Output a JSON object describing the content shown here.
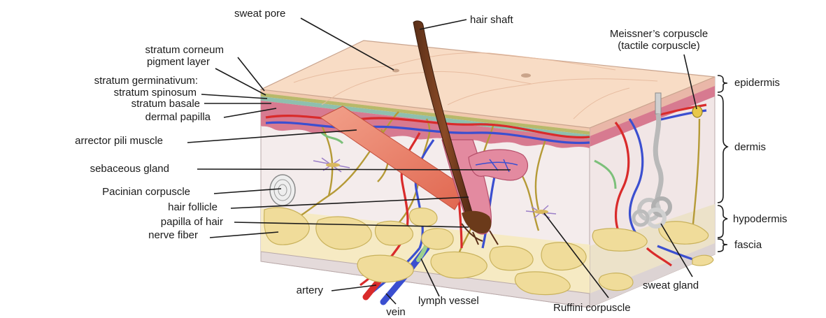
{
  "diagram": {
    "labels_left": {
      "sweat_pore": "sweat pore",
      "stratum_corneum": "stratum corneum",
      "pigment_layer": "pigment layer",
      "stratum_germinativum": "stratum germinativum:",
      "stratum_spinosum": "stratum spinosum",
      "stratum_basale": "stratum basale",
      "dermal_papilla": "dermal papilla",
      "arrector_pili_muscle": "arrector pili muscle",
      "sebaceous_gland": "sebaceous gland",
      "pacinian_corpuscle": "Pacinian corpuscle",
      "hair_follicle": "hair follicle",
      "papilla_of_hair": "papilla of hair",
      "nerve_fiber": "nerve fiber"
    },
    "labels_top": {
      "hair_shaft": "hair shaft",
      "meissners_corpuscle": "Meissner’s corpuscle",
      "tactile_corpuscle": "(tactile corpuscle)"
    },
    "labels_bottom": {
      "artery": "artery",
      "vein": "vein",
      "lymph_vessel": "lymph vessel",
      "ruffini_corpuscle": "Ruffini corpuscle",
      "sweat_gland": "sweat gland"
    },
    "layers_right": {
      "epidermis": "epidermis",
      "dermis": "dermis",
      "hypodermis": "hypodermis",
      "fascia": "fascia"
    }
  }
}
